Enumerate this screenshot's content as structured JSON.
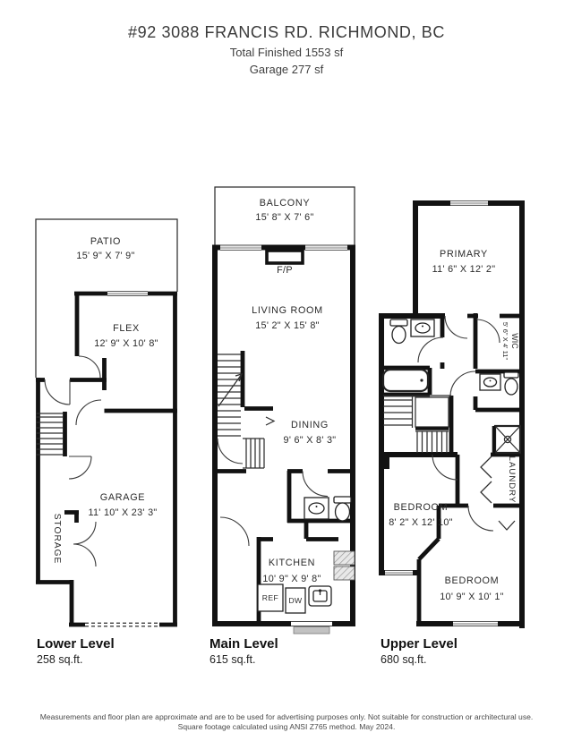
{
  "header": {
    "title": "#92 3088 FRANCIS RD. RICHMOND, BC",
    "total_finished": "Total Finished  1553 sf",
    "garage_area": "Garage  277 sf"
  },
  "lower": {
    "label": "Lower Level",
    "area": "258 sq.ft.",
    "patio": {
      "name": "PATIO",
      "dims": "15' 9\" X 7' 9\""
    },
    "flex": {
      "name": "FLEX",
      "dims": "12' 9\" X 10' 8\""
    },
    "garage": {
      "name": "GARAGE",
      "dims": "11' 10\" X 23' 3\""
    },
    "storage": {
      "name": "STORAGE"
    }
  },
  "main": {
    "label": "Main Level",
    "area": "615 sq.ft.",
    "balcony": {
      "name": "BALCONY",
      "dims": "15' 8\" X 7' 6\""
    },
    "living": {
      "name": "LIVING ROOM",
      "dims": "15' 2\" X 15' 8\""
    },
    "dining": {
      "name": "DINING",
      "dims": "9' 6\" X 8' 3\""
    },
    "kitchen": {
      "name": "KITCHEN",
      "dims": "10' 9\" X 9' 8\""
    },
    "fireplace": "F/P",
    "ref": "REF",
    "dw": "DW"
  },
  "upper": {
    "label": "Upper Level",
    "area": "680 sq.ft.",
    "primary": {
      "name": "PRIMARY",
      "dims": "11' 6\" X 12' 2\""
    },
    "wic": {
      "name": "WIC",
      "dims": "5' 6\" X 4' 11\""
    },
    "laundry": {
      "name": "LAUNDRY"
    },
    "bedroom1": {
      "name": "BEDROOM",
      "dims": "8' 2\" X 12' 10\""
    },
    "bedroom2": {
      "name": "BEDROOM",
      "dims": "10' 9\" X 10' 1\""
    }
  },
  "disclaimer": {
    "line1": "Measurements and floor plan are approximate and are to be used for advertising purposes only. Not suitable for construction or architectural use.",
    "line2": "Square footage calculated using ANSI Z765 method. May 2024."
  }
}
